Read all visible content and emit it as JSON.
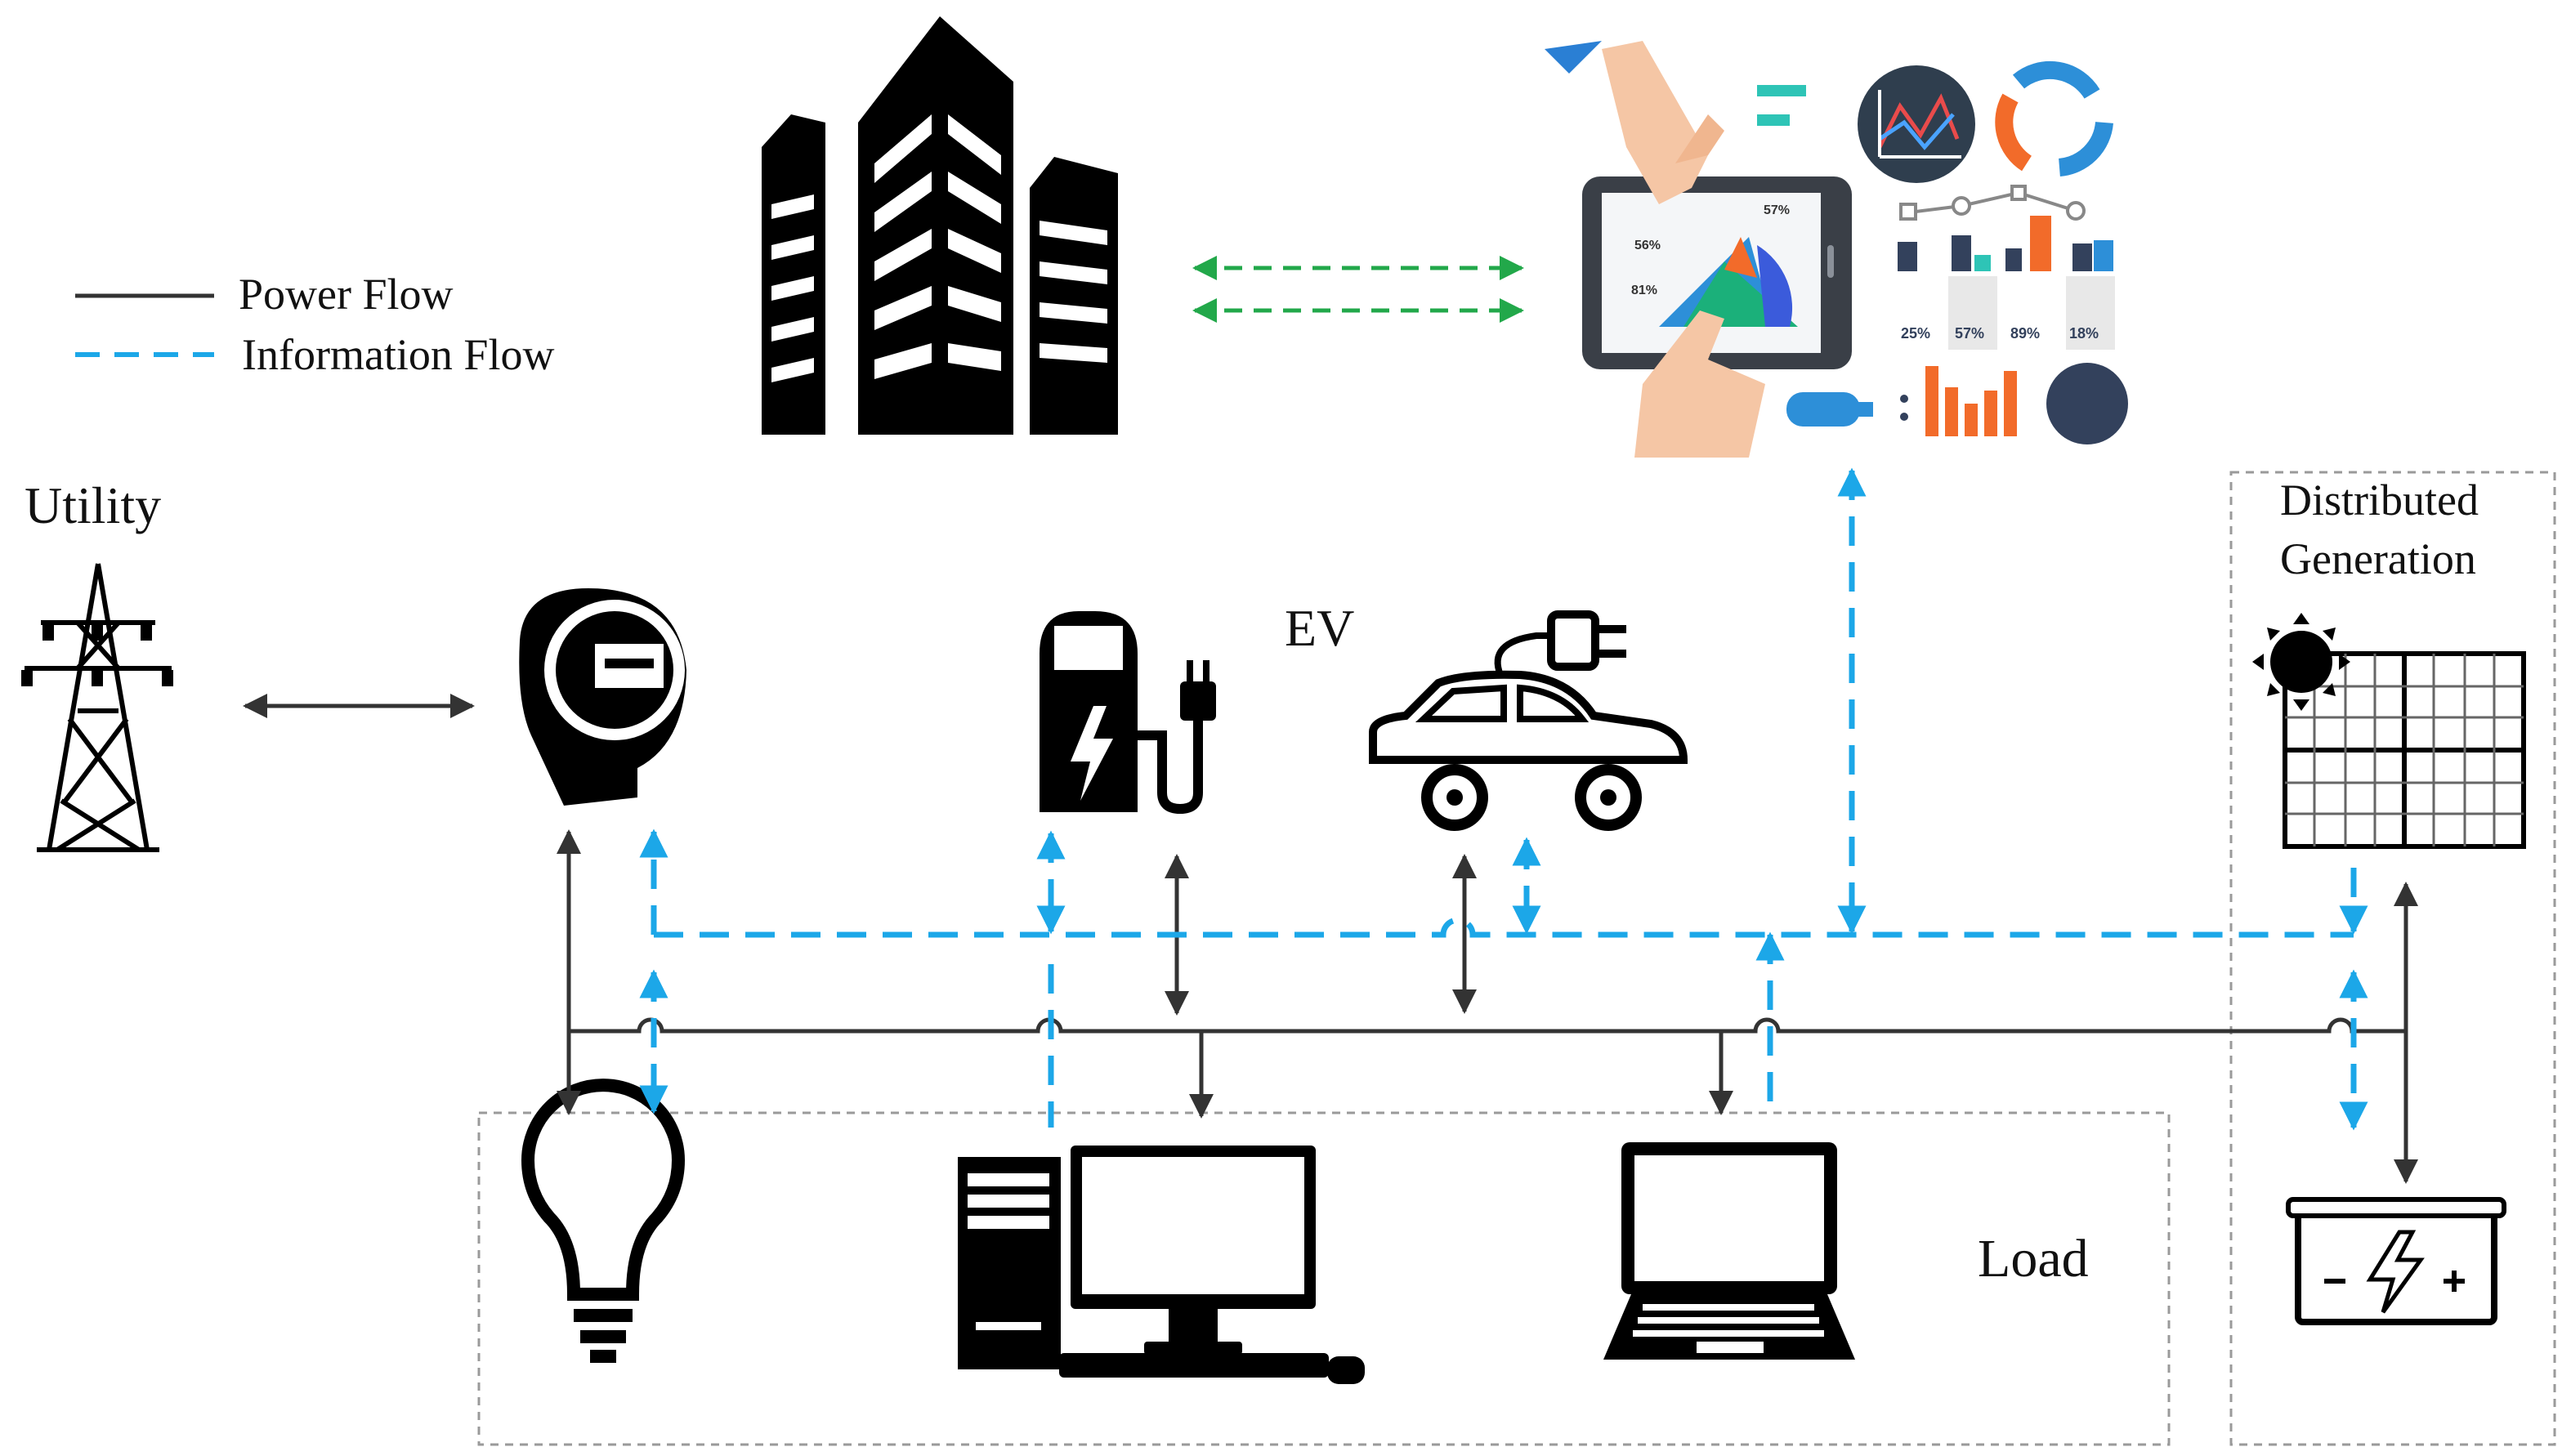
{
  "legend": {
    "power_flow": "Power Flow",
    "information_flow": "Information Flow"
  },
  "labels": {
    "utility": "Utility",
    "ev": "EV",
    "distributed_generation_line1": "Distributed",
    "distributed_generation_line2": "Generation",
    "load": "Load"
  },
  "dashboard": {
    "pie_labels": [
      "56%",
      "57%",
      "81%"
    ],
    "bar_percentages": [
      "25%",
      "57%",
      "89%",
      "18%"
    ]
  },
  "colors": {
    "power_flow": "#333333",
    "information_flow": "#1ca7e8",
    "building_link": "#22a84a",
    "box_border": "#9a9a9a"
  }
}
